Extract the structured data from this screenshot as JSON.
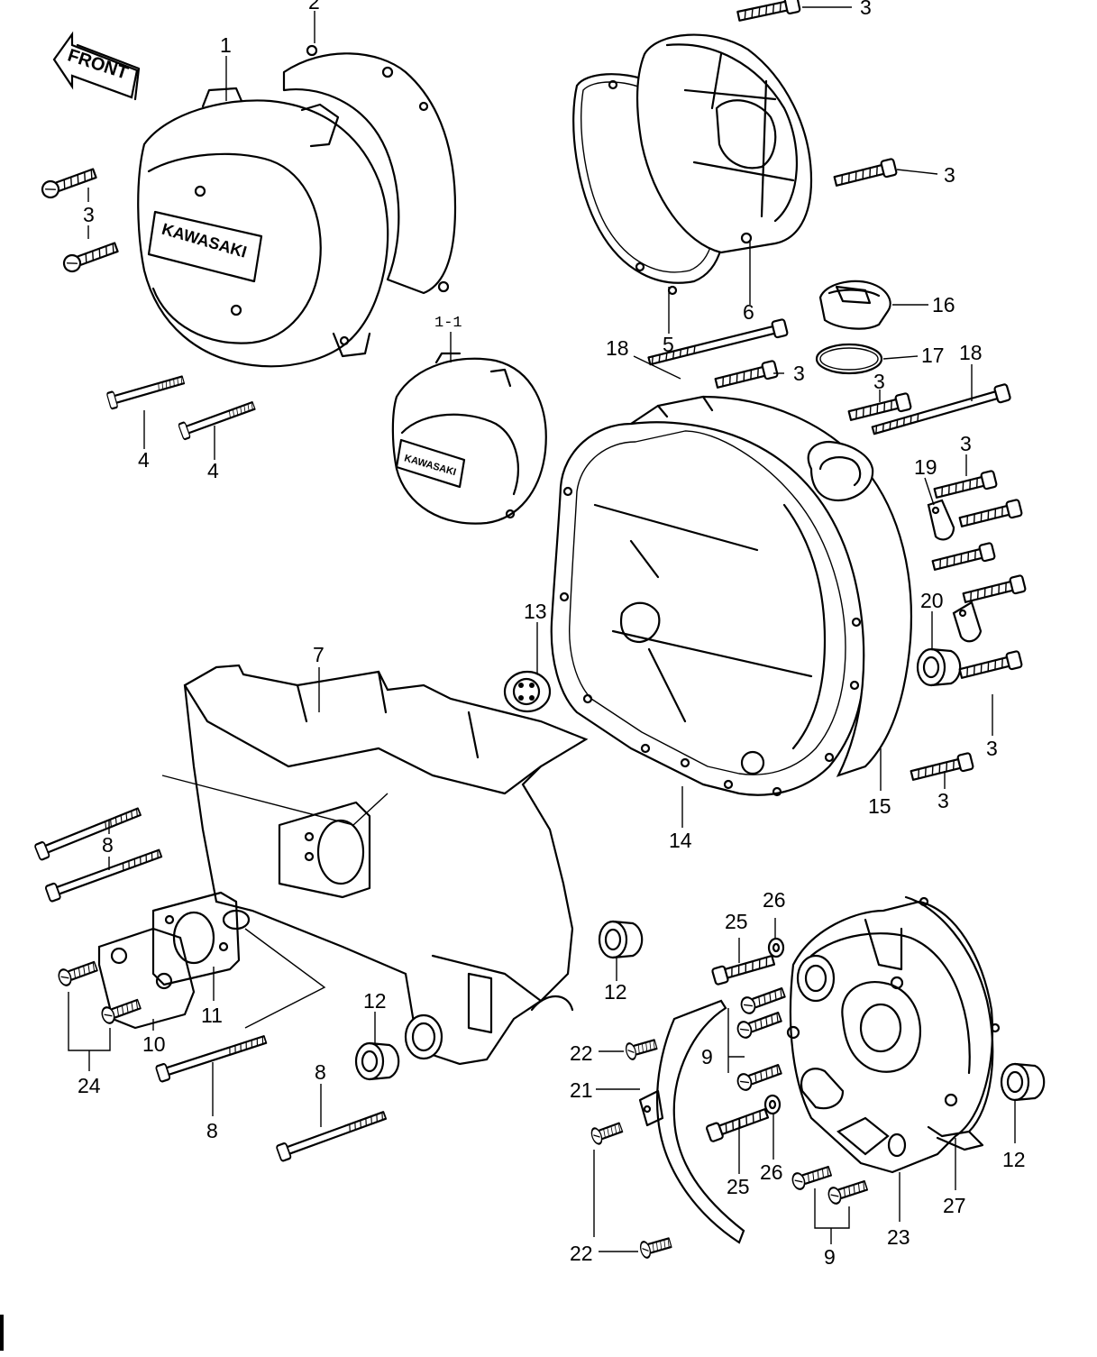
{
  "front_arrow": {
    "text": "FRONT"
  },
  "brand": {
    "logo_text": "KAWASAKI"
  },
  "labels": {
    "p1": "1",
    "p1_1": "1-1",
    "p2": "2",
    "p3": "3",
    "p4": "4",
    "p5": "5",
    "p6": "6",
    "p7": "7",
    "p8": "8",
    "p9": "9",
    "p10": "10",
    "p11": "11",
    "p12": "12",
    "p13": "13",
    "p14": "14",
    "p15": "15",
    "p16": "16",
    "p17": "17",
    "p18": "18",
    "p19": "19",
    "p20": "20",
    "p21": "21",
    "p22": "22",
    "p23": "23",
    "p24": "24",
    "p25": "25",
    "p26": "26",
    "p27": "27"
  }
}
